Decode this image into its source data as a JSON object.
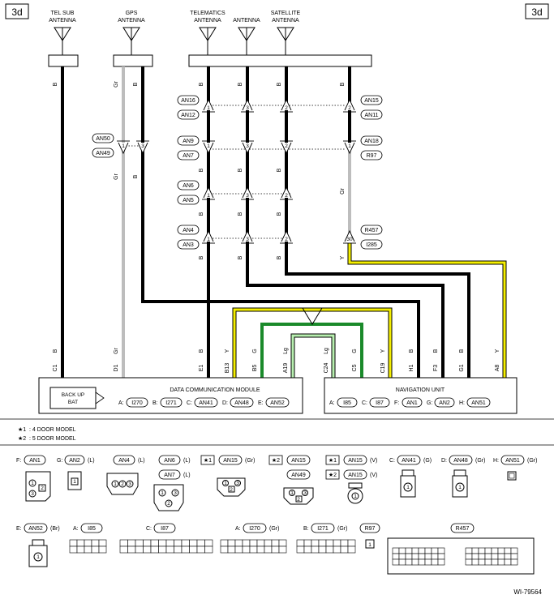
{
  "page_code": "3d",
  "antennas": {
    "tel_sub": [
      "TEL SUB",
      "ANTENNA"
    ],
    "gps": [
      "GPS",
      "ANTENNA"
    ],
    "telematics": [
      "TELEMATICS",
      "ANTENNA"
    ],
    "antenna": "ANTENNA",
    "satellite": [
      "SATELLITE",
      "ANTENNA"
    ]
  },
  "wire_colors": {
    "B": "B",
    "Gr": "Gr",
    "Y": "Y",
    "G": "G",
    "Lg": "Lg"
  },
  "conn_ids": {
    "AN16": "AN16",
    "AN12": "AN12",
    "AN9": "AN9",
    "AN7": "AN7",
    "AN6": "AN6",
    "AN5": "AN5",
    "AN4": "AN4",
    "AN3": "AN3",
    "AN50": "AN50",
    "AN49": "AN49",
    "AN15": "AN15",
    "AN11": "AN11",
    "AN18": "AN18",
    "R97": "R97",
    "R457": "R457",
    "I285": "I285",
    "I270": "I270",
    "I271": "I271",
    "AN41": "AN41",
    "AN48": "AN48",
    "AN52": "AN52",
    "I85": "I85",
    "I87": "I87",
    "AN1": "AN1",
    "AN2": "AN2",
    "AN51": "AN51"
  },
  "pins": {
    "C1": "C1",
    "D1": "D1",
    "E1": "E1",
    "B13": "B13",
    "B5": "B5",
    "A19": "A19",
    "C24": "C24",
    "C5": "C5",
    "C19": "C19",
    "H1": "H1",
    "F3": "F3",
    "G1": "G1",
    "A8": "A8",
    "n1": "1",
    "n2": "2",
    "n3": "3",
    "n30": "30"
  },
  "modules": {
    "dcm_title": "DATA COMMUNICATION MODULE",
    "backup_bat": [
      "BACK UP",
      "BAT"
    ],
    "nav_title": "NAVIGATION UNIT"
  },
  "prefix": {
    "A": "A:",
    "B": "B:",
    "C": "C:",
    "D": "D:",
    "E": "E:",
    "F": "F:",
    "G": "G:",
    "H": "H:"
  },
  "notes": {
    "mark1": "★1",
    "mark2": "★2",
    "n1": ": 4 DOOR MODEL",
    "n2": ": 5 DOOR MODEL"
  },
  "tags": {
    "L": "(L)",
    "Gr": "(Gr)",
    "V": "(V)",
    "G": "(G)",
    "Br": "(Br)"
  },
  "figure_id": "WI-79564"
}
